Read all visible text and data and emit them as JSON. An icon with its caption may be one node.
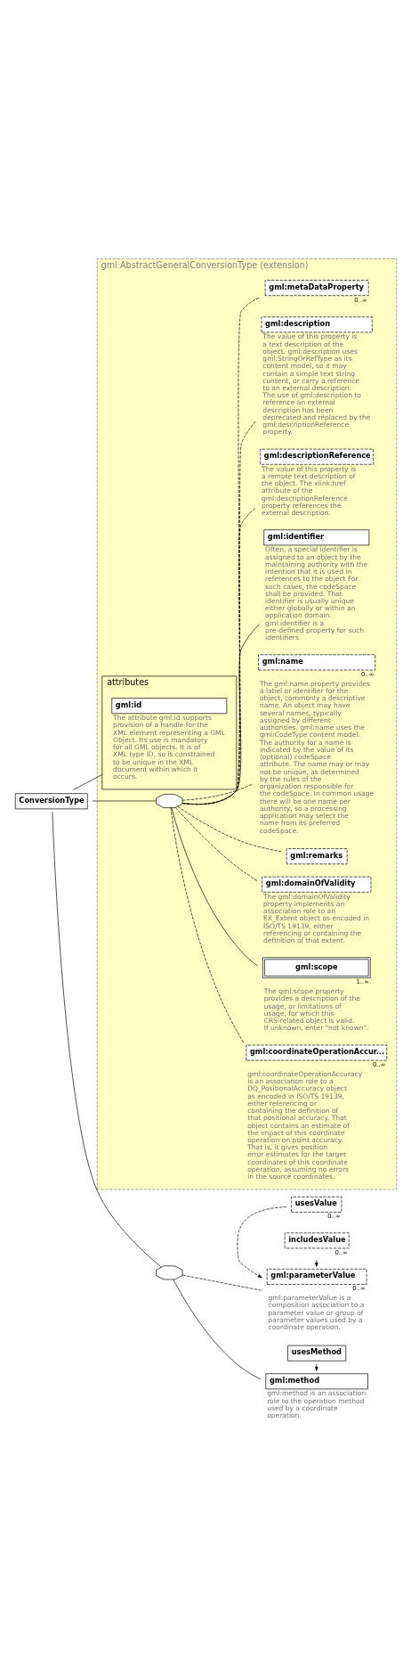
{
  "diagram": {
    "nodes": [
      {
        "text": [
          "ConversionType"
        ]
      },
      {
        "text": [
          "gml:AbstractGeneralConversionType (extension)"
        ]
      },
      {
        "text": [
          "attributes"
        ],
        "in": 1
      },
      {
        "text": [
          "gml:id"
        ],
        "in": 2,
        "beside": [
          "The attribute gml:id supports provision of a handle for the XML element representing a GML Object. Its use is mandatory for all GML objects. It is of XML type ID, so is constrained to be unique in the XML document within which it occurs."
        ]
      },
      {
        "text": [],
        "shape": "octagon",
        "in": 1
      },
      {
        "text": [
          "gml:metaDataProperty"
        ],
        "in": 1,
        "beside": [
          "0..∞"
        ]
      },
      {
        "text": [
          "gml:description"
        ],
        "in": 1,
        "beside": [
          "The value of this property is a text description of the object. gml:description uses gml:StringOrRefType as its content model, so it may contain a simple text string content, or carry a reference to an external description. The use of gml:description to reference an external description has been deprecated and replaced by the gml:descriptionReference property."
        ]
      },
      {
        "text": [
          "gml:descriptionReference"
        ],
        "in": 1,
        "beside": [
          "The value of this property is a remote text description of the object. The xlink:href attribute of the gml:descriptionReference property references the external description."
        ]
      },
      {
        "text": [
          "gml:identifier"
        ],
        "in": 1,
        "beside": [
          "Often, a special identifier is assigned to an object by the maintaining authority with the intention that it is used in references to the object For such cases, the codeSpace shall be provided. That identifier is usually unique either globally or within an application domain. gml:identifier is a pre-defined property for such identifiers."
        ]
      },
      {
        "text": [
          "gml:name"
        ],
        "in": 1,
        "beside": [
          "0..∞",
          "The gml:name property provides a label or identifier for the object, commonly a descriptive name. An object may have several names, typically assigned by different authorities. gml:name uses the gml:CodeType content model. The authority for a name is indicated by the value of its (optional) codeSpace attribute. The name may or may not be unique, as determined by the rules of the organization responsible for the codeSpace. In common usage there will be one name per authority, so a processing application may select the name from its preferred codeSpace."
        ]
      },
      {
        "text": [
          "gml:remarks"
        ],
        "in": 1
      },
      {
        "text": [
          "gml:domainOfValidity"
        ],
        "in": 1,
        "beside": [
          "The gml:domainOfValidity property implements an association role to an EX_Extent object as encoded in ISO/TS 19139, either referencing or containing the definition of that extent."
        ]
      },
      {
        "text": [
          "gml:scope"
        ],
        "in": 1,
        "beside": [
          "1..∞",
          "The gml:scope property provides a description of the usage, or limitations of usage, for which this CRS-related object is valid. If unknown, enter \"not known\"."
        ]
      },
      {
        "text": [
          "gml:coordinateOperationAccur..."
        ],
        "in": 1,
        "beside": [
          "0..∞",
          "gml:coordinateOperationAccuracy is an association role to a DQ_PositionalAccuracy object as encoded in ISO/TS 19139, either referencing or containing the definition of that positional accuracy. That object contains an estimate of the impact of this coordinate operation on point accuracy. That is, it gives position error estimates for the target coordinates of this coordinate operation, assuming no errors in the source coordinates."
        ]
      },
      {
        "text": [],
        "shape": "octagon"
      },
      {
        "text": [
          "gml:method"
        ],
        "beside": [
          "gml:method is an association role to the operation method used by a coordinate operation."
        ]
      },
      {
        "text": [
          "usesMethod"
        ]
      },
      {
        "text": [
          "gml:parameterValue"
        ],
        "beside": [
          "0..∞",
          "gml:parameterValue is a composition association to a parameter value or group of parameter values used by a coordinate operation."
        ]
      },
      {
        "text": [
          "includesValue"
        ],
        "beside": [
          "0..∞"
        ]
      },
      {
        "text": [
          "usesValue"
        ],
        "beside": [
          "0..∞"
        ]
      }
    ],
    "edges": [
      {
        "from": 0,
        "to": 2,
        "arrow": "none"
      },
      {
        "from": 0,
        "to": 4,
        "arrow": "none"
      },
      {
        "from": 0,
        "to": 14,
        "arrow": "none"
      },
      {
        "from": 4,
        "to": 5,
        "arrow": "none",
        "style": "dashed"
      },
      {
        "from": 4,
        "to": 6,
        "arrow": "none",
        "style": "dashed"
      },
      {
        "from": 4,
        "to": 7,
        "arrow": "none",
        "style": "dashed"
      },
      {
        "from": 4,
        "to": 8,
        "arrow": "none"
      },
      {
        "from": 4,
        "to": 9,
        "arrow": "none",
        "style": "dashed"
      },
      {
        "from": 4,
        "to": 10,
        "arrow": "none",
        "style": "dashed"
      },
      {
        "from": 4,
        "to": 11,
        "arrow": "none",
        "style": "dashed"
      },
      {
        "from": 4,
        "to": 12,
        "arrow": "none"
      },
      {
        "from": 4,
        "to": 13,
        "arrow": "none",
        "style": "dashed"
      },
      {
        "from": 14,
        "to": 15,
        "arrow": "none"
      },
      {
        "from": 16,
        "to": 15,
        "arrow": "to"
      },
      {
        "from": 14,
        "to": 17,
        "arrow": "none",
        "style": "dashed"
      },
      {
        "from": 18,
        "to": 17,
        "arrow": "to",
        "style": "dashed"
      },
      {
        "from": 19,
        "to": 17,
        "arrow": "to",
        "style": "dashed"
      }
    ]
  }
}
